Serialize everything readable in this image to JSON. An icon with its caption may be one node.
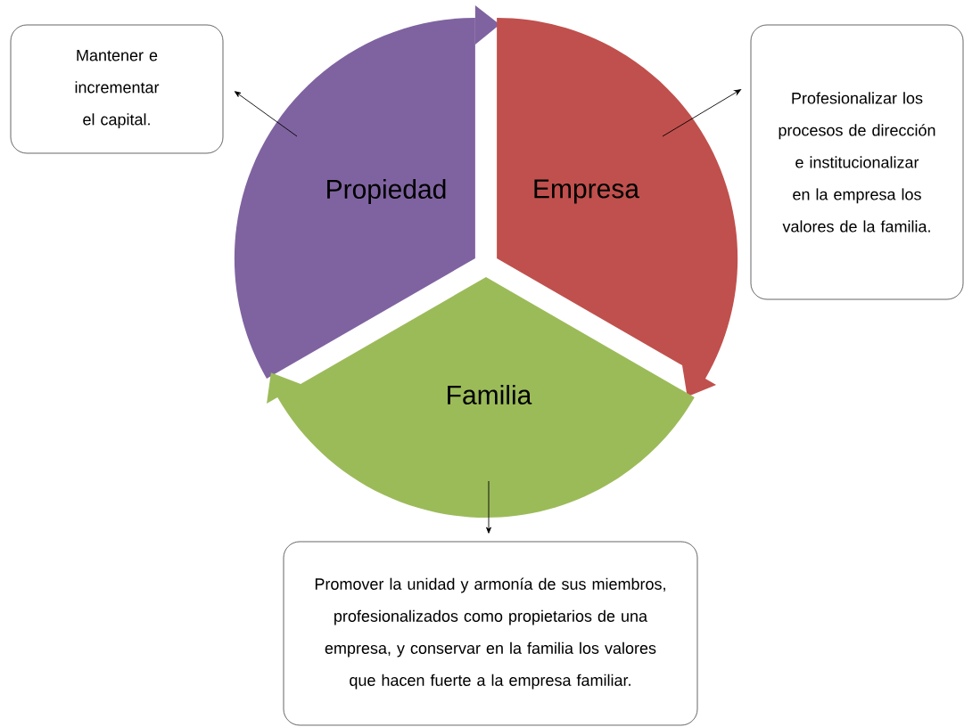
{
  "diagram": {
    "nodes": [
      {
        "text": [
          "Propiedad"
        ]
      },
      {
        "text": [
          "Empresa"
        ]
      },
      {
        "text": [
          "Familia"
        ]
      },
      {
        "text": [
          "Mantener e incrementar el capital."
        ]
      },
      {
        "text": [
          "Profesionalizar los procesos de dirección e institucionalizar en la empresa los valores de la familia."
        ]
      },
      {
        "text": [
          "Promover la unidad y armonía de sus miembros, profesionalizados como propietarios de una empresa, y conservar en la familia los valores que hacen fuerte a la empresa familiar."
        ]
      }
    ],
    "edges": [
      {
        "from": 0,
        "to": 3,
        "arrow": "to"
      },
      {
        "from": 1,
        "to": 4,
        "arrow": "to"
      },
      {
        "from": 2,
        "to": 5,
        "arrow": "to"
      }
    ]
  }
}
